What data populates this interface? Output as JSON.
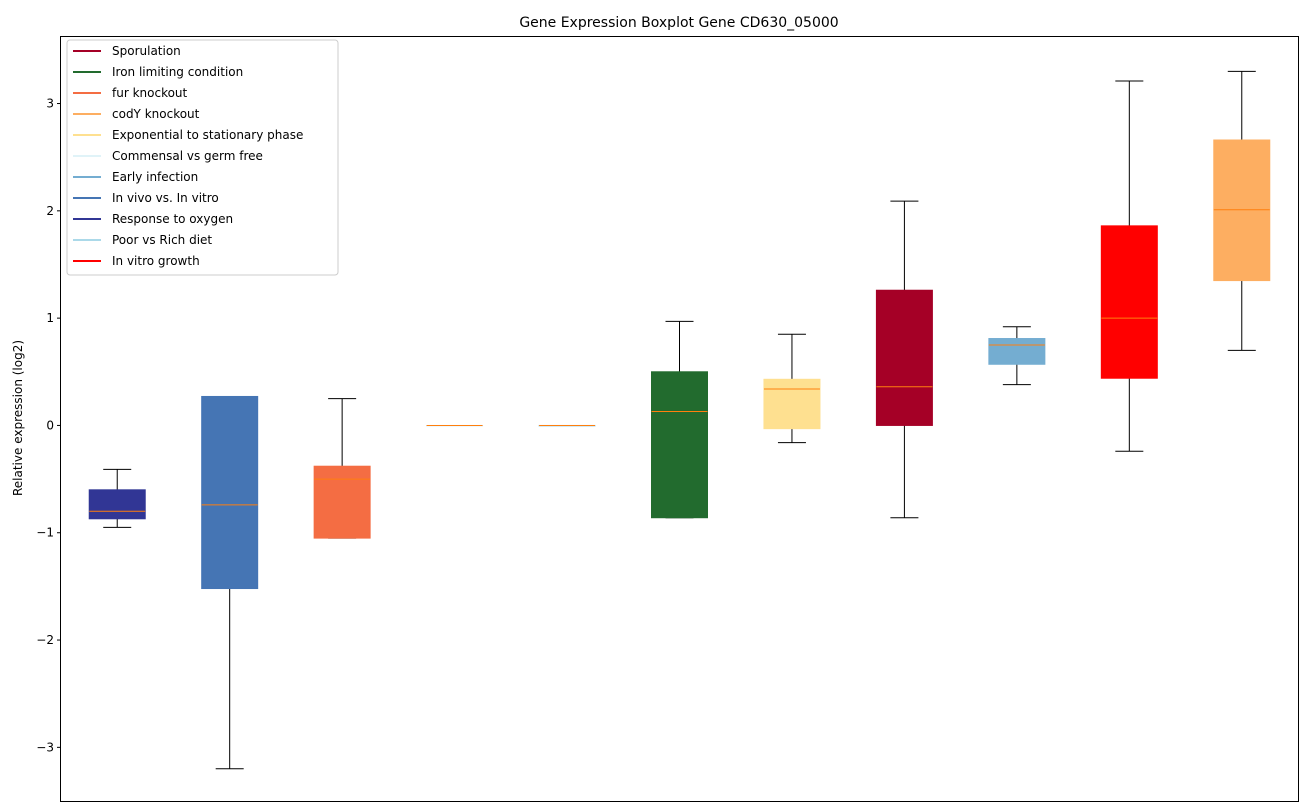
{
  "chart_data": {
    "type": "boxplot",
    "title": "Gene Expression Boxplot Gene CD630_05000",
    "xlabel": "",
    "ylabel": "Relative expression (log2)",
    "ylim": [
      -3.5,
      3.62
    ],
    "yticks": [
      -3,
      -2,
      -1,
      0,
      1,
      2,
      3
    ],
    "ytick_labels": [
      "−3",
      "−2",
      "−1",
      "0",
      "1",
      "2",
      "3"
    ],
    "grid": false,
    "legend_position": "top-left",
    "median_color": "#ff7f0e",
    "legend": [
      {
        "label": "Sporulation",
        "color": "#a50026"
      },
      {
        "label": "Iron limiting condition",
        "color": "#226b2e"
      },
      {
        "label": "fur knockout",
        "color": "#f46d43"
      },
      {
        "label": "codY knockout",
        "color": "#fdae61"
      },
      {
        "label": "Exponential to stationary phase",
        "color": "#fee090"
      },
      {
        "label": "Commensal vs germ free",
        "color": "#e0f3f8"
      },
      {
        "label": "Early infection",
        "color": "#74add1"
      },
      {
        "label": "In vivo vs. In vitro",
        "color": "#4575b4"
      },
      {
        "label": "Response to oxygen",
        "color": "#313695"
      },
      {
        "label": "Poor vs Rich diet",
        "color": "#abd9e9"
      },
      {
        "label": "In vitro growth",
        "color": "#ff0000"
      }
    ],
    "boxes": [
      {
        "series": "Response to oxygen",
        "color": "#313695",
        "whislo": -0.95,
        "q1": -0.87,
        "median": -0.8,
        "q3": -0.6,
        "whishi": -0.41
      },
      {
        "series": "In vivo vs. In vitro",
        "color": "#4575b4",
        "whislo": -3.2,
        "q1": -1.52,
        "median": -0.74,
        "q3": 0.27,
        "whishi": 0.27
      },
      {
        "series": "fur knockout",
        "color": "#f46d43",
        "whislo": -1.05,
        "q1": -1.05,
        "median": -0.5,
        "q3": -0.38,
        "whishi": 0.25
      },
      {
        "series": "Commensal vs germ free",
        "color": "#e0f3f8",
        "whislo": 0.0,
        "q1": 0.0,
        "median": 0.0,
        "q3": 0.0,
        "whishi": 0.0
      },
      {
        "series": "Poor vs Rich diet",
        "color": "#abd9e9",
        "whislo": 0.0,
        "q1": 0.0,
        "median": 0.0,
        "q3": 0.0,
        "whishi": 0.0
      },
      {
        "series": "Iron limiting condition",
        "color": "#226b2e",
        "whislo": -0.86,
        "q1": -0.86,
        "median": 0.13,
        "q3": 0.5,
        "whishi": 0.97
      },
      {
        "series": "Exponential to stationary phase",
        "color": "#fee090",
        "whislo": -0.16,
        "q1": -0.03,
        "median": 0.34,
        "q3": 0.43,
        "whishi": 0.85
      },
      {
        "series": "Sporulation",
        "color": "#a50026",
        "whislo": -0.86,
        "q1": 0.0,
        "median": 0.36,
        "q3": 1.26,
        "whishi": 2.09
      },
      {
        "series": "Early infection",
        "color": "#74add1",
        "whislo": 0.38,
        "q1": 0.57,
        "median": 0.75,
        "q3": 0.81,
        "whishi": 0.92
      },
      {
        "series": "In vitro growth",
        "color": "#ff0000",
        "whislo": -0.24,
        "q1": 0.44,
        "median": 1.0,
        "q3": 1.86,
        "whishi": 3.21
      },
      {
        "series": "codY knockout",
        "color": "#fdae61",
        "whislo": 0.7,
        "q1": 1.35,
        "median": 2.01,
        "q3": 2.66,
        "whishi": 3.3
      }
    ]
  }
}
